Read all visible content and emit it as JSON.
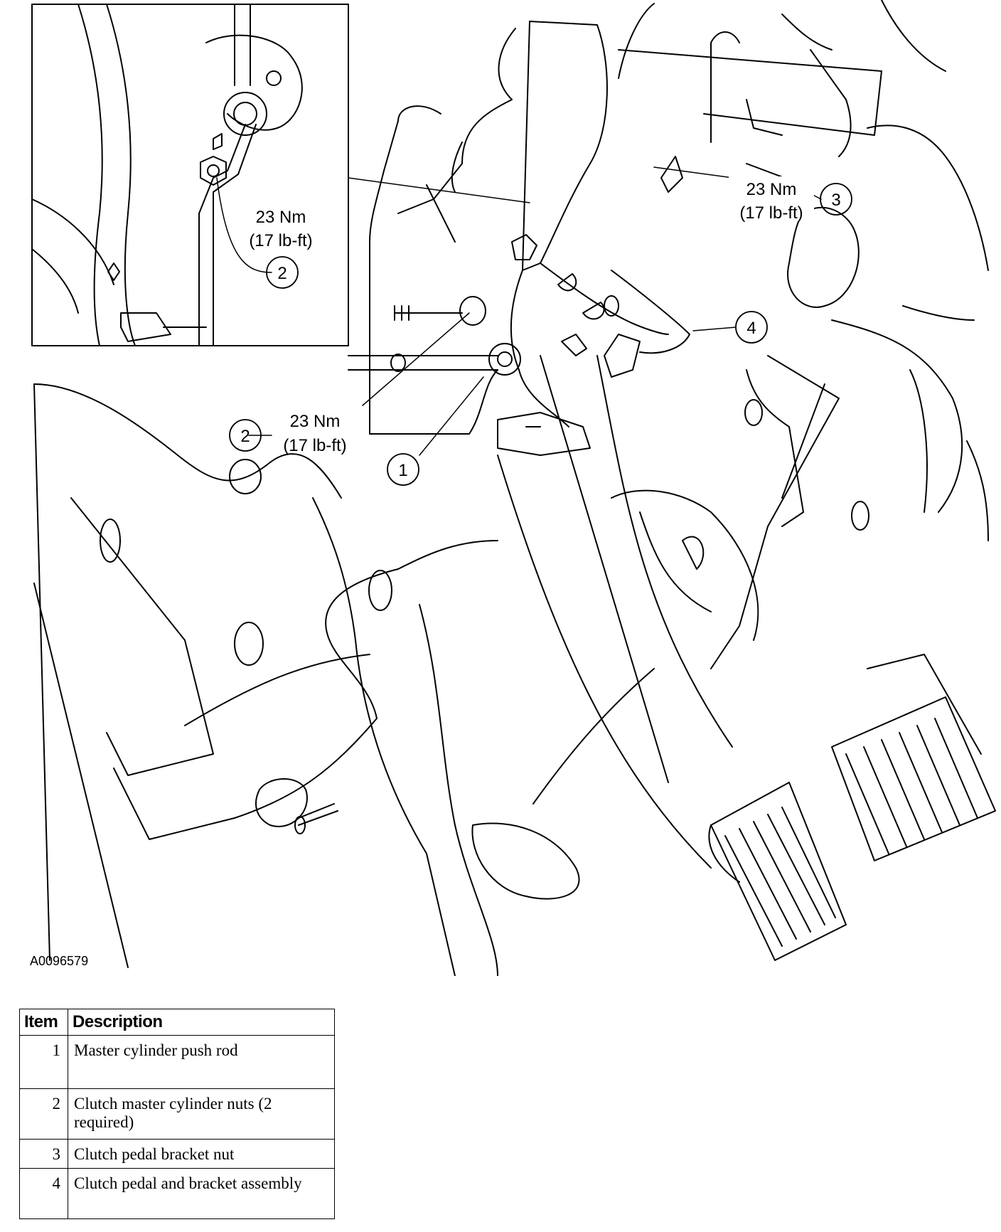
{
  "figure": {
    "id_label": "A0096579",
    "callouts": [
      {
        "number": "1"
      },
      {
        "number": "2"
      },
      {
        "number": "2"
      },
      {
        "number": "3"
      },
      {
        "number": "4"
      }
    ],
    "torque_labels": [
      {
        "value": "23 Nm",
        "imperial": "(17 lb-ft)"
      },
      {
        "value": "23 Nm",
        "imperial": "(17 lb-ft)"
      },
      {
        "value": "23 Nm",
        "imperial": "(17 lb-ft)"
      }
    ]
  },
  "legend": {
    "headers": {
      "item": "Item",
      "description": "Description"
    },
    "rows": [
      {
        "item": "1",
        "description": "Master cylinder push rod"
      },
      {
        "item": "2",
        "description": "Clutch master cylinder nuts (2 required)"
      },
      {
        "item": "3",
        "description": "Clutch pedal bracket nut"
      },
      {
        "item": "4",
        "description": "Clutch pedal and bracket assembly"
      }
    ]
  }
}
